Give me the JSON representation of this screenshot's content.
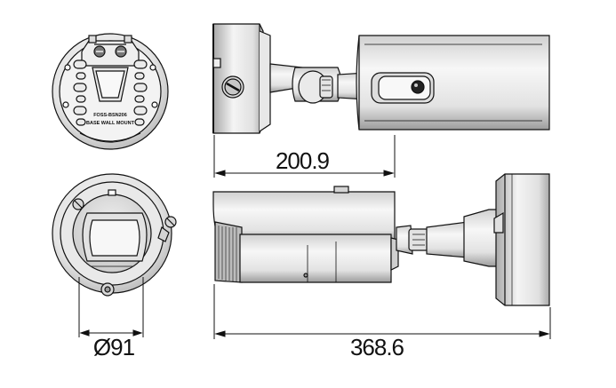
{
  "dimensions": {
    "bracket_length": "200.9",
    "diameter": "Ø91",
    "total_length": "368.6"
  },
  "mount_plate": {
    "label_line1": "FOSS-BSN206",
    "label_line2": "BASE WALL MOUNT"
  },
  "colors": {
    "body_light": "#f2f2f2",
    "body_mid": "#d8d8d8",
    "body_dark": "#9a9a9a",
    "outline": "#111111"
  }
}
